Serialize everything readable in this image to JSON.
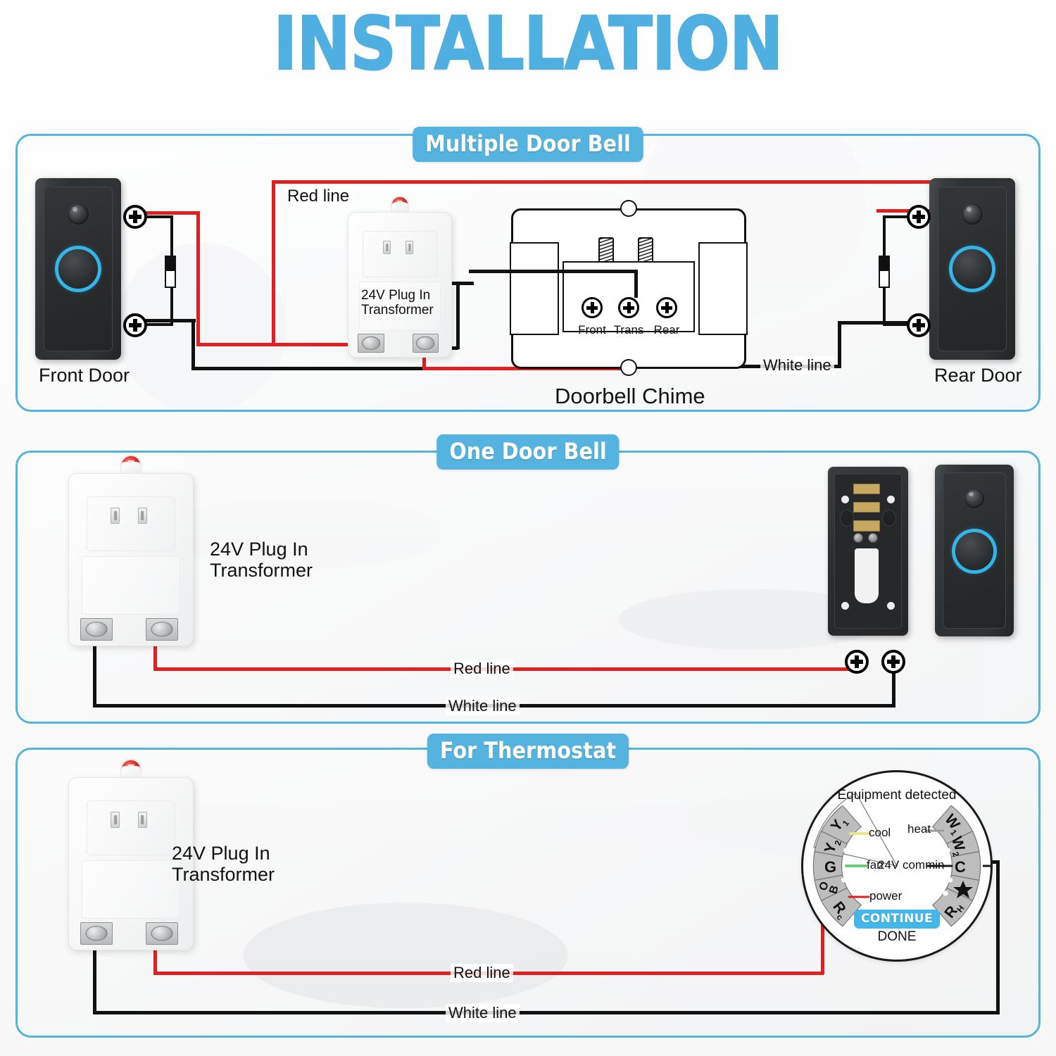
{
  "page": {
    "title": "INSTALLATION",
    "accent_blue": "#55B4DF",
    "wire_red": "#E02020",
    "wire_black": "#111111"
  },
  "sections": [
    {
      "id": "multiple-door-bell",
      "label": "Multiple Door Bell",
      "devices": {
        "front_door_label": "Front Door",
        "rear_door_label": "Rear Door",
        "transformer_label": "24V Plug In\nTransformer",
        "chime_label": "Doorbell Chime",
        "chime_terminals": [
          "Front",
          "Trans",
          "Rear"
        ]
      },
      "wire_labels": {
        "red": "Red line",
        "white": "White line"
      }
    },
    {
      "id": "one-door-bell",
      "label": "One Door Bell",
      "devices": {
        "transformer_label": "24V Plug In\nTransformer"
      },
      "wire_labels": {
        "red": "Red line",
        "white": "White line"
      }
    },
    {
      "id": "for-thermostat",
      "label": "For Thermostat",
      "devices": {
        "transformer_label": "24V Plug In\nTransformer"
      },
      "wire_labels": {
        "red": "Red line",
        "white": "White line"
      },
      "thermostat": {
        "heading": "Equipment detected",
        "left_terminals": [
          "Y1",
          "Y2",
          "G",
          "OB",
          "Rc"
        ],
        "right_terminals": [
          "W1",
          "W2",
          "C",
          "star",
          "RH"
        ],
        "annotations": {
          "cool": "cool",
          "heat": "heat",
          "fan": "fan",
          "common": "24V commin",
          "power": "power"
        },
        "continue_button": "CONTINUE",
        "done_label": "DONE",
        "wire_colors": {
          "cool": "#EFE08A",
          "fan": "#6FCB7A",
          "power": "#E02020",
          "heat": "#BFBFBF",
          "common": "#1a1a1a"
        }
      }
    }
  ]
}
